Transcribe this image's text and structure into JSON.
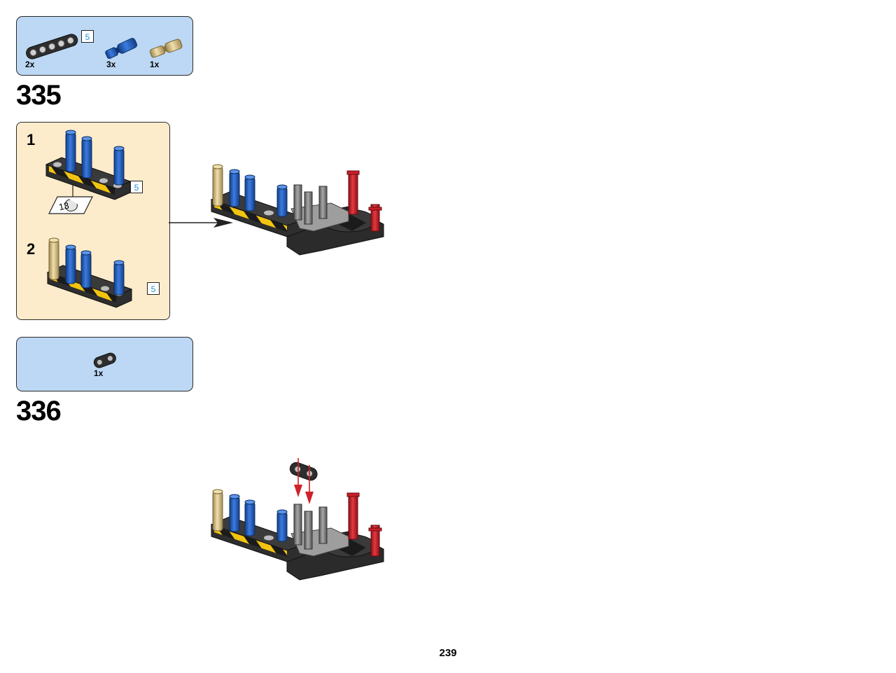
{
  "page_number": "239",
  "steps": [
    {
      "number": "335",
      "parts": [
        {
          "name": "black-beam-5",
          "qty": "2x",
          "length_label": "5"
        },
        {
          "name": "blue-axle-pin",
          "qty": "3x"
        },
        {
          "name": "tan-axle-pin",
          "qty": "1x"
        }
      ],
      "substeps": [
        {
          "number": "1",
          "callout_page": "13",
          "length_label": "5"
        },
        {
          "number": "2",
          "length_label": "5"
        }
      ]
    },
    {
      "number": "336",
      "parts": [
        {
          "name": "black-connector-link",
          "qty": "1x"
        }
      ]
    }
  ],
  "colors": {
    "parts_bg": "#bcd8f4",
    "substep_bg": "#fdeccb",
    "length_label": "#1f8fd0",
    "brick_black": "#2e2e2e",
    "pin_blue": "#1f5fb5",
    "pin_tan": "#d9c38a",
    "axle_red": "#c8202a",
    "axle_grey": "#8a8a8a",
    "stripe_yellow": "#f2c40f"
  }
}
